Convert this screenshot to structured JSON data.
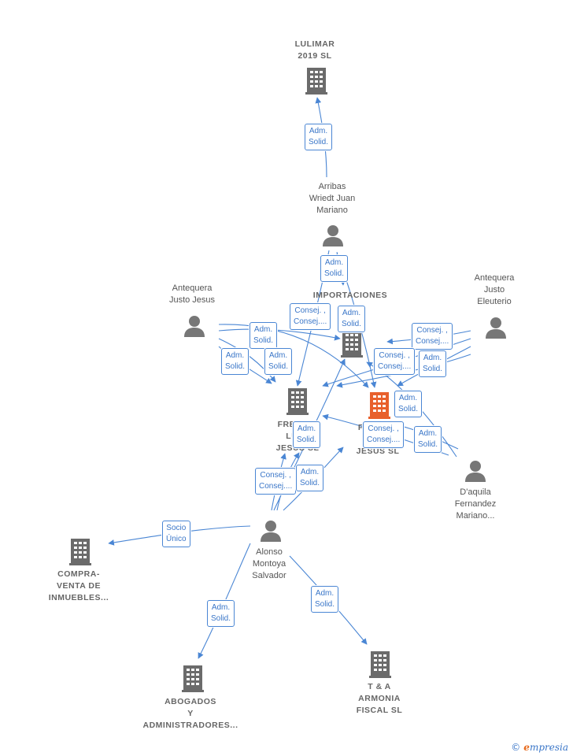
{
  "colors": {
    "edge": "#4a86d4",
    "building": "#6b6b6b",
    "focus": "#e8602c",
    "person": "#777777"
  },
  "companies": [
    {
      "id": "lulimar",
      "label": "LULIMAR\n2019  SL",
      "icon": "building-icon"
    },
    {
      "id": "importaciones",
      "label": "IMPORTACIONES\n...",
      "icon": "building-icon"
    },
    {
      "id": "freidor",
      "label": "FREIDOR\nLUTE\nJESUS SL",
      "icon": "building-icon"
    },
    {
      "id": "francis",
      "label": "FRANCIS\nLUTE\nJESUS  SL",
      "icon": "building-icon",
      "focus": true
    },
    {
      "id": "compraventa",
      "label": "COMPRA-\nVENTA DE\nINMUEBLES...",
      "icon": "building-icon"
    },
    {
      "id": "abogados",
      "label": "ABOGADOS\nY\nADMINISTRADORES...",
      "icon": "building-icon"
    },
    {
      "id": "tya",
      "label": "T & A\nARMONIA\nFISCAL  SL",
      "icon": "building-icon"
    }
  ],
  "persons": [
    {
      "id": "arribas",
      "label": "Arribas\nWriedt Juan\nMariano",
      "icon": "person-icon"
    },
    {
      "id": "antequera_jesus",
      "label": "Antequera\nJusto Jesus",
      "icon": "person-icon"
    },
    {
      "id": "antequera_eleuterio",
      "label": "Antequera\nJusto\nEleuterio",
      "icon": "person-icon"
    },
    {
      "id": "daquila",
      "label": "D'aquila\nFernandez\nMariano...",
      "icon": "person-icon"
    },
    {
      "id": "alonso",
      "label": "Alonso\nMontoya\nSalvador",
      "icon": "person-icon"
    }
  ],
  "relations": [
    {
      "id": "r1",
      "label": "Adm.\nSolid."
    },
    {
      "id": "r2",
      "label": "Adm.\nSolid."
    },
    {
      "id": "r3",
      "label": "Consej. ,\nConsej...."
    },
    {
      "id": "r4",
      "label": "Adm.\nSolid."
    },
    {
      "id": "r5",
      "label": "Adm.\nSolid."
    },
    {
      "id": "r6",
      "label": "Consej. ,\nConsej...."
    },
    {
      "id": "r7",
      "label": "Adm.\nSolid."
    },
    {
      "id": "r8",
      "label": "Adm.\nSolid."
    },
    {
      "id": "r9",
      "label": "Consej. ,\nConsej...."
    },
    {
      "id": "r10",
      "label": "Adm.\nSolid."
    },
    {
      "id": "r11",
      "label": "Adm.\nSolid."
    },
    {
      "id": "r12",
      "label": "Consej. ,\nConsej...."
    },
    {
      "id": "r13",
      "label": "Adm.\nSolid."
    },
    {
      "id": "r14",
      "label": "Adm.\nSolid."
    },
    {
      "id": "r15",
      "label": "Consej. ,\nConsej...."
    },
    {
      "id": "r16",
      "label": "Adm.\nSolid."
    },
    {
      "id": "r17",
      "label": "Socio\nÚnico"
    },
    {
      "id": "r18",
      "label": "Adm.\nSolid."
    },
    {
      "id": "r19",
      "label": "Adm.\nSolid."
    }
  ],
  "brand": {
    "copyright": "©",
    "first": "e",
    "rest": "mpresia"
  }
}
